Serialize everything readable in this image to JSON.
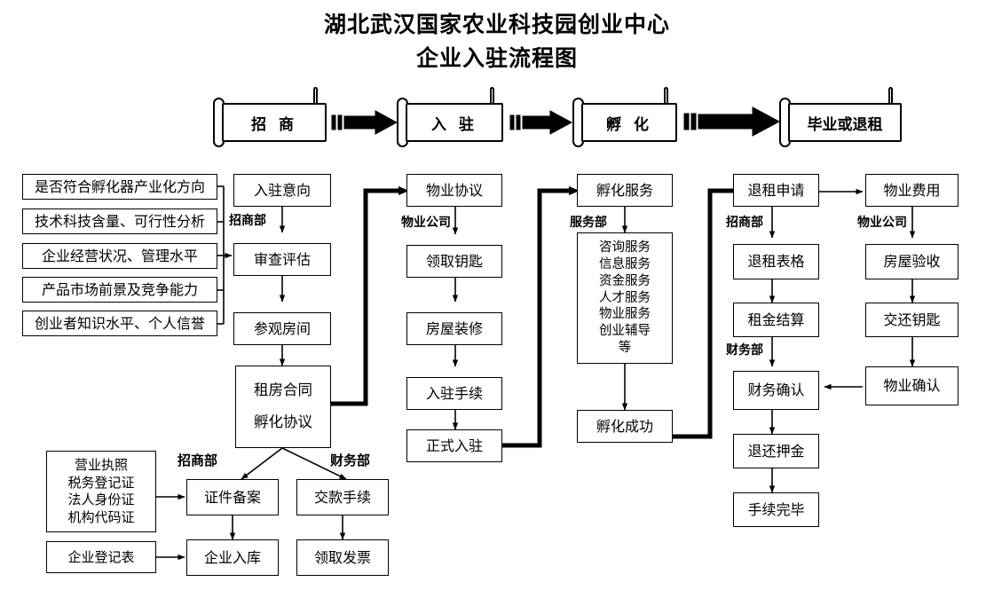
{
  "title": {
    "line1": "湖北武汉国家农业科技园创业中心",
    "line2": "企业入驻流程图"
  },
  "phases": [
    {
      "label": "招 商"
    },
    {
      "label": "入 驻"
    },
    {
      "label": "孵 化"
    },
    {
      "label": "毕业或退租"
    }
  ],
  "criteria": [
    {
      "label": "是否符合孵化器产业化方向"
    },
    {
      "label": "技术科技含量、可行性分析"
    },
    {
      "label": "企业经营状况、管理水平"
    },
    {
      "label": "产品市场前景及竞争能力"
    },
    {
      "label": "创业者知识水平、个人信誉"
    }
  ],
  "departments": {
    "investment_1": "招商部",
    "property_1": "物业公司",
    "service": "服务部",
    "investment_2": "招商部",
    "finance_1": "财务部",
    "property_2": "物业公司",
    "investment_3": "招商部",
    "finance_2": "财务部"
  },
  "col_investment": [
    {
      "label": "入驻意向"
    },
    {
      "label": "审查评估"
    },
    {
      "label": "参观房间"
    }
  ],
  "contract_box": {
    "line1": "租房合同",
    "line2": "孵化协议"
  },
  "col_property": [
    {
      "label": "物业协议"
    },
    {
      "label": "领取钥匙"
    },
    {
      "label": "房屋装修"
    },
    {
      "label": "入驻手续"
    },
    {
      "label": "正式入驻"
    }
  ],
  "col_incubation": {
    "head": "孵化服务",
    "services": [
      "咨询服务",
      "信息服务",
      "资金服务",
      "人才服务",
      "物业服务",
      "创业辅导",
      "等"
    ],
    "tail": "孵化成功"
  },
  "col_exit": [
    {
      "label": "退租申请"
    },
    {
      "label": "退租表格"
    },
    {
      "label": "租金结算"
    },
    {
      "label": "财务确认"
    },
    {
      "label": "退还押金"
    },
    {
      "label": "手续完毕"
    }
  ],
  "col_property_exit": [
    {
      "label": "物业费用"
    },
    {
      "label": "房屋验收"
    },
    {
      "label": "交还钥匙"
    },
    {
      "label": "物业确认"
    }
  ],
  "documents": {
    "list": [
      "营业执照",
      "税务登记证",
      "法人身份证",
      "机构代码证"
    ],
    "registration_form": "企业登记表"
  },
  "bottom_flow": {
    "filing": "证件备案",
    "enterprise_db": "企业入库",
    "payment": "交款手续",
    "invoice": "领取发票"
  },
  "colors": {
    "line": "#000000",
    "background": "#ffffff"
  }
}
